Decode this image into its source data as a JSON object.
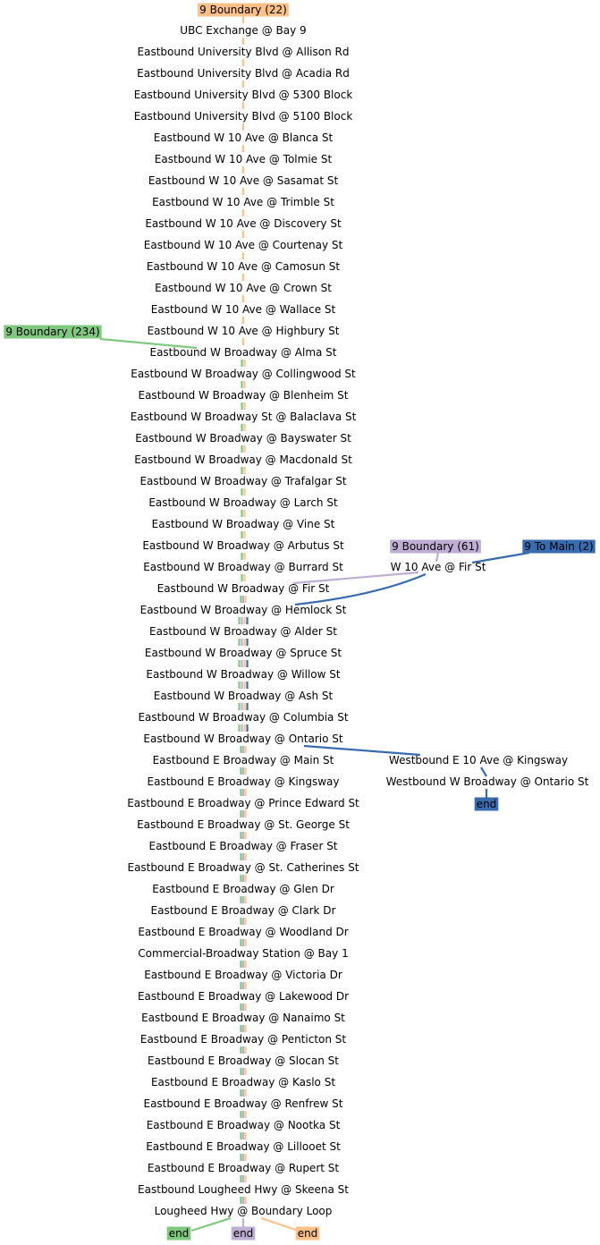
{
  "routes": [
    {
      "name": "9 Boundary (22)",
      "color": "#fdc086"
    },
    {
      "name": "9 Boundary (234)",
      "color": "#7fc97f"
    },
    {
      "name": "9 Boundary (61)",
      "color": "#beaed4"
    },
    {
      "name": "9 To Main (2)",
      "color": "#386cb0"
    }
  ],
  "end_label": "end",
  "main_stops": [
    "UBC Exchange @ Bay 9",
    "Eastbound University Blvd @ Allison Rd",
    "Eastbound University Blvd @ Acadia Rd",
    "Eastbound University Blvd @ 5300 Block",
    "Eastbound University Blvd @ 5100 Block",
    "Eastbound W 10 Ave @ Blanca St",
    "Eastbound W 10 Ave @ Tolmie St",
    "Eastbound W 10 Ave @ Sasamat St",
    "Eastbound W 10 Ave @ Trimble St",
    "Eastbound W 10 Ave @ Discovery St",
    "Eastbound W 10 Ave @ Courtenay St",
    "Eastbound W 10 Ave @ Camosun St",
    "Eastbound W 10 Ave @ Crown St",
    "Eastbound W 10 Ave @ Wallace St",
    "Eastbound W 10 Ave @ Highbury St",
    "Eastbound W Broadway @ Alma St",
    "Eastbound W Broadway @ Collingwood St",
    "Eastbound W Broadway @ Blenheim St",
    "Eastbound W Broadway St @ Balaclava St",
    "Eastbound W Broadway @ Bayswater St",
    "Eastbound W Broadway @ Macdonald St",
    "Eastbound W Broadway @ Trafalgar St",
    "Eastbound W Broadway @ Larch St",
    "Eastbound W Broadway @ Vine St",
    "Eastbound W Broadway @ Arbutus St",
    "Eastbound W Broadway @ Burrard St",
    "Eastbound W Broadway @ Fir St",
    "Eastbound W Broadway @ Hemlock St",
    "Eastbound W Broadway @ Alder St",
    "Eastbound W Broadway @ Spruce St",
    "Eastbound W Broadway @ Willow St",
    "Eastbound W Broadway @ Ash St",
    "Eastbound W Broadway @ Columbia St",
    "Eastbound W Broadway @ Ontario St",
    "Eastbound E Broadway @ Main St",
    "Eastbound E Broadway @ Kingsway",
    "Eastbound E Broadway @ Prince Edward St",
    "Eastbound E Broadway @ St. George St",
    "Eastbound E Broadway  @ Fraser St",
    "Eastbound E Broadway @ St. Catherines St",
    "Eastbound E Broadway @ Glen Dr",
    "Eastbound E Broadway @ Clark Dr",
    "Eastbound E Broadway @ Woodland Dr",
    "Commercial-Broadway Station @ Bay 1",
    "Eastbound E Broadway @ Victoria Dr",
    "Eastbound E Broadway @ Lakewood Dr",
    "Eastbound E Broadway @ Nanaimo St",
    "Eastbound E Broadway @ Penticton St",
    "Eastbound E Broadway @ Slocan St",
    "Eastbound E Broadway @ Kaslo St",
    "Eastbound E Broadway @ Renfrew St",
    "Eastbound E Broadway @ Nootka St",
    "Eastbound E Broadway @ Lillooet St",
    "Eastbound E Broadway @ Rupert St",
    "Eastbound Lougheed Hwy @ Skeena St",
    "Lougheed Hwy @ Boundary Loop"
  ],
  "side_stops": [
    "W 10 Ave @ Fir St",
    "Westbound E 10 Ave @ Kingsway",
    "Westbound W Broadway @ Ontario St"
  ]
}
